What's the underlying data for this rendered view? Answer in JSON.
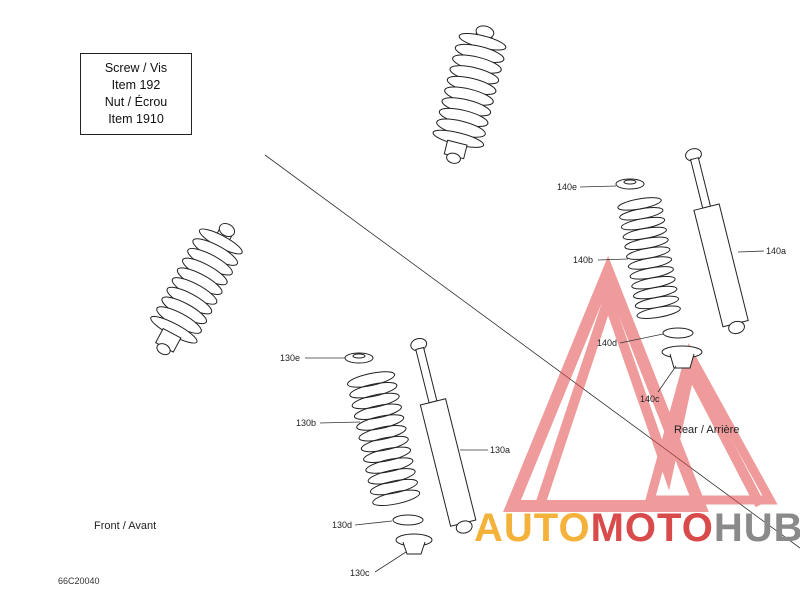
{
  "note": {
    "line1": "Screw / Vis",
    "line2": "Item 192",
    "line3": "Nut / Écrou",
    "line4": "Item 1910"
  },
  "labels": {
    "l130a": "130a",
    "l130b": "130b",
    "l130c": "130c",
    "l130d": "130d",
    "l130e": "130e",
    "l140a": "140a",
    "l140b": "140b",
    "l140c": "140c",
    "l140d": "140d",
    "l140e": "140e"
  },
  "captions": {
    "rear": "Rear / Arrière",
    "front": "Front / Avant"
  },
  "diagram_code": "66C20040",
  "watermark": {
    "part1": "AUTO",
    "part2": "MOTO",
    "part3": "HUB",
    "color1": "#f5b23a",
    "color2": "#d94a4a",
    "color3": "#8a8a8a"
  }
}
